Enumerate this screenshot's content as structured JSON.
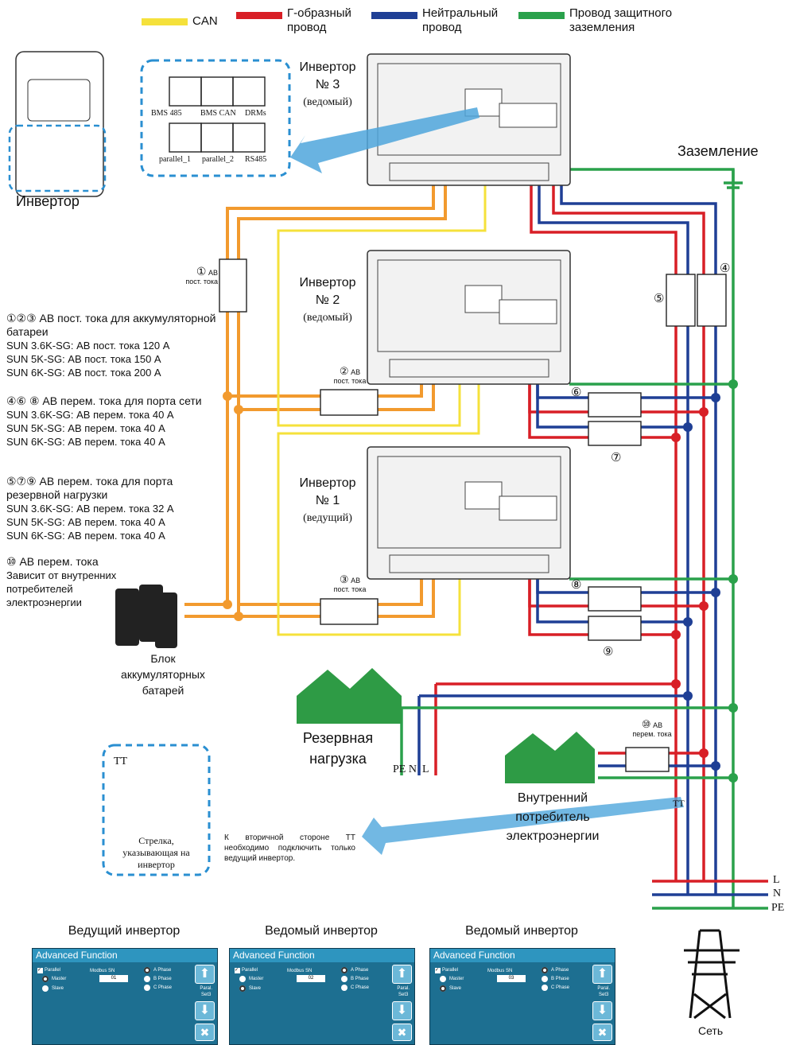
{
  "legend": {
    "can": "CAN",
    "l_wire": "Г-образный\nпровод",
    "neutral": "Нейтральный\nпровод",
    "pe": "Провод защитного\nзаземления"
  },
  "colors": {
    "can": "#f5e13b",
    "l": "#d81f26",
    "n": "#1f3f95",
    "pe": "#2aa14b",
    "battery": "#f29a2e",
    "dashed": "#2a8fd1",
    "house": "#2e9b45",
    "screen": "#1d6f91"
  },
  "inverter_side_label": "Инвертор",
  "ports": [
    "BMS 485",
    "BMS CAN",
    "DRMs",
    "parallel_1",
    "parallel_2",
    "RS485"
  ],
  "inverters": [
    {
      "name": "Инвертор\n№ 3",
      "role": "(ведомый)"
    },
    {
      "name": "Инвертор\n№ 2",
      "role": "(ведомый)"
    },
    {
      "name": "Инвертор\n№ 1",
      "role": "(ведущий)"
    }
  ],
  "grounding_label": "Заземление",
  "breakers": {
    "b1": {
      "num": "①",
      "text": "АВ\nпост. тока"
    },
    "b2": {
      "num": "②",
      "text": "АВ\nпост. тока"
    },
    "b3": {
      "num": "③",
      "text": "АВ\nпост. тока"
    },
    "b4": "④",
    "b5": "⑤",
    "b6": "⑥",
    "b7": "⑦",
    "b8": "⑧",
    "b9": "⑨",
    "b10": {
      "num": "⑩",
      "text": "АВ\nперем. тока"
    }
  },
  "notes": [
    {
      "head": "①②③ АВ пост. тока для аккумуляторной батареи",
      "lines": [
        "SUN 3.6K-SG: АВ пост. тока 120 A",
        "SUN 5K-SG: АВ пост. тока 150 A",
        "SUN 6K-SG: АВ пост. тока 200 A"
      ]
    },
    {
      "head": "④⑥ ⑧ АВ перем. тока для порта сети",
      "lines": [
        "SUN 3.6K-SG: АВ перем. тока 40 A",
        "SUN 5K-SG: АВ перем. тока 40 A",
        "SUN 6K-SG: АВ перем. тока 40 A"
      ]
    },
    {
      "head": "⑤⑦⑨ АВ перем.  тока для порта резервной нагрузки",
      "lines": [
        "SUN 3.6K-SG: АВ перем. тока 32 A",
        "SUN 5K-SG: АВ перем. тока 40 A",
        "SUN 6K-SG: АВ перем. тока 40 A"
      ]
    },
    {
      "head": "⑩ АВ перем. тока",
      "lines": [
        "Зависит от внутренних",
        "потребителей",
        "электроэнергии"
      ]
    }
  ],
  "battery_label": "Блок\nаккумуляторных\nбатарей",
  "backup_load_label": "Резервная\nнагрузка",
  "pe_n_l": "PE N  L",
  "home_load_label": "Внутренний\nпотребитель\nэлектроэнергии",
  "ct_box": {
    "title": "TT",
    "arrow_text": "Стрелка,\nуказывающая на\nинвертор"
  },
  "ct_note": "К вторичной стороне ТТ необходимо подключить только ведущий инвертор.",
  "ct_label": "TT",
  "grid_lines": [
    "L",
    "N",
    "PE"
  ],
  "grid_label": "Сеть",
  "screens": [
    {
      "caption": "Ведущий инвертор",
      "title": "Advanced Function",
      "parallel": "Parallel",
      "modbus": "Modbus SN",
      "sn": "01",
      "master": "Master",
      "slave": "Slave",
      "phase_a": "A Phase",
      "phase_b": "B Phase",
      "phase_c": "C Phase",
      "side": "Paral.\nSet3",
      "selected": "master"
    },
    {
      "caption": "Ведомый инвертор",
      "title": "Advanced Function",
      "parallel": "Parallel",
      "modbus": "Modbus SN",
      "sn": "02",
      "master": "Master",
      "slave": "Slave",
      "phase_a": "A Phase",
      "phase_b": "B Phase",
      "phase_c": "C Phase",
      "side": "Paral.\nSet3",
      "selected": "slave"
    },
    {
      "caption": "Ведомый инвертор",
      "title": "Advanced Function",
      "parallel": "Parallel",
      "modbus": "Modbus SN",
      "sn": "03",
      "master": "Master",
      "slave": "Slave",
      "phase_a": "A Phase",
      "phase_b": "B Phase",
      "phase_c": "C Phase",
      "side": "Paral.\nSet3",
      "selected": "slave"
    }
  ]
}
